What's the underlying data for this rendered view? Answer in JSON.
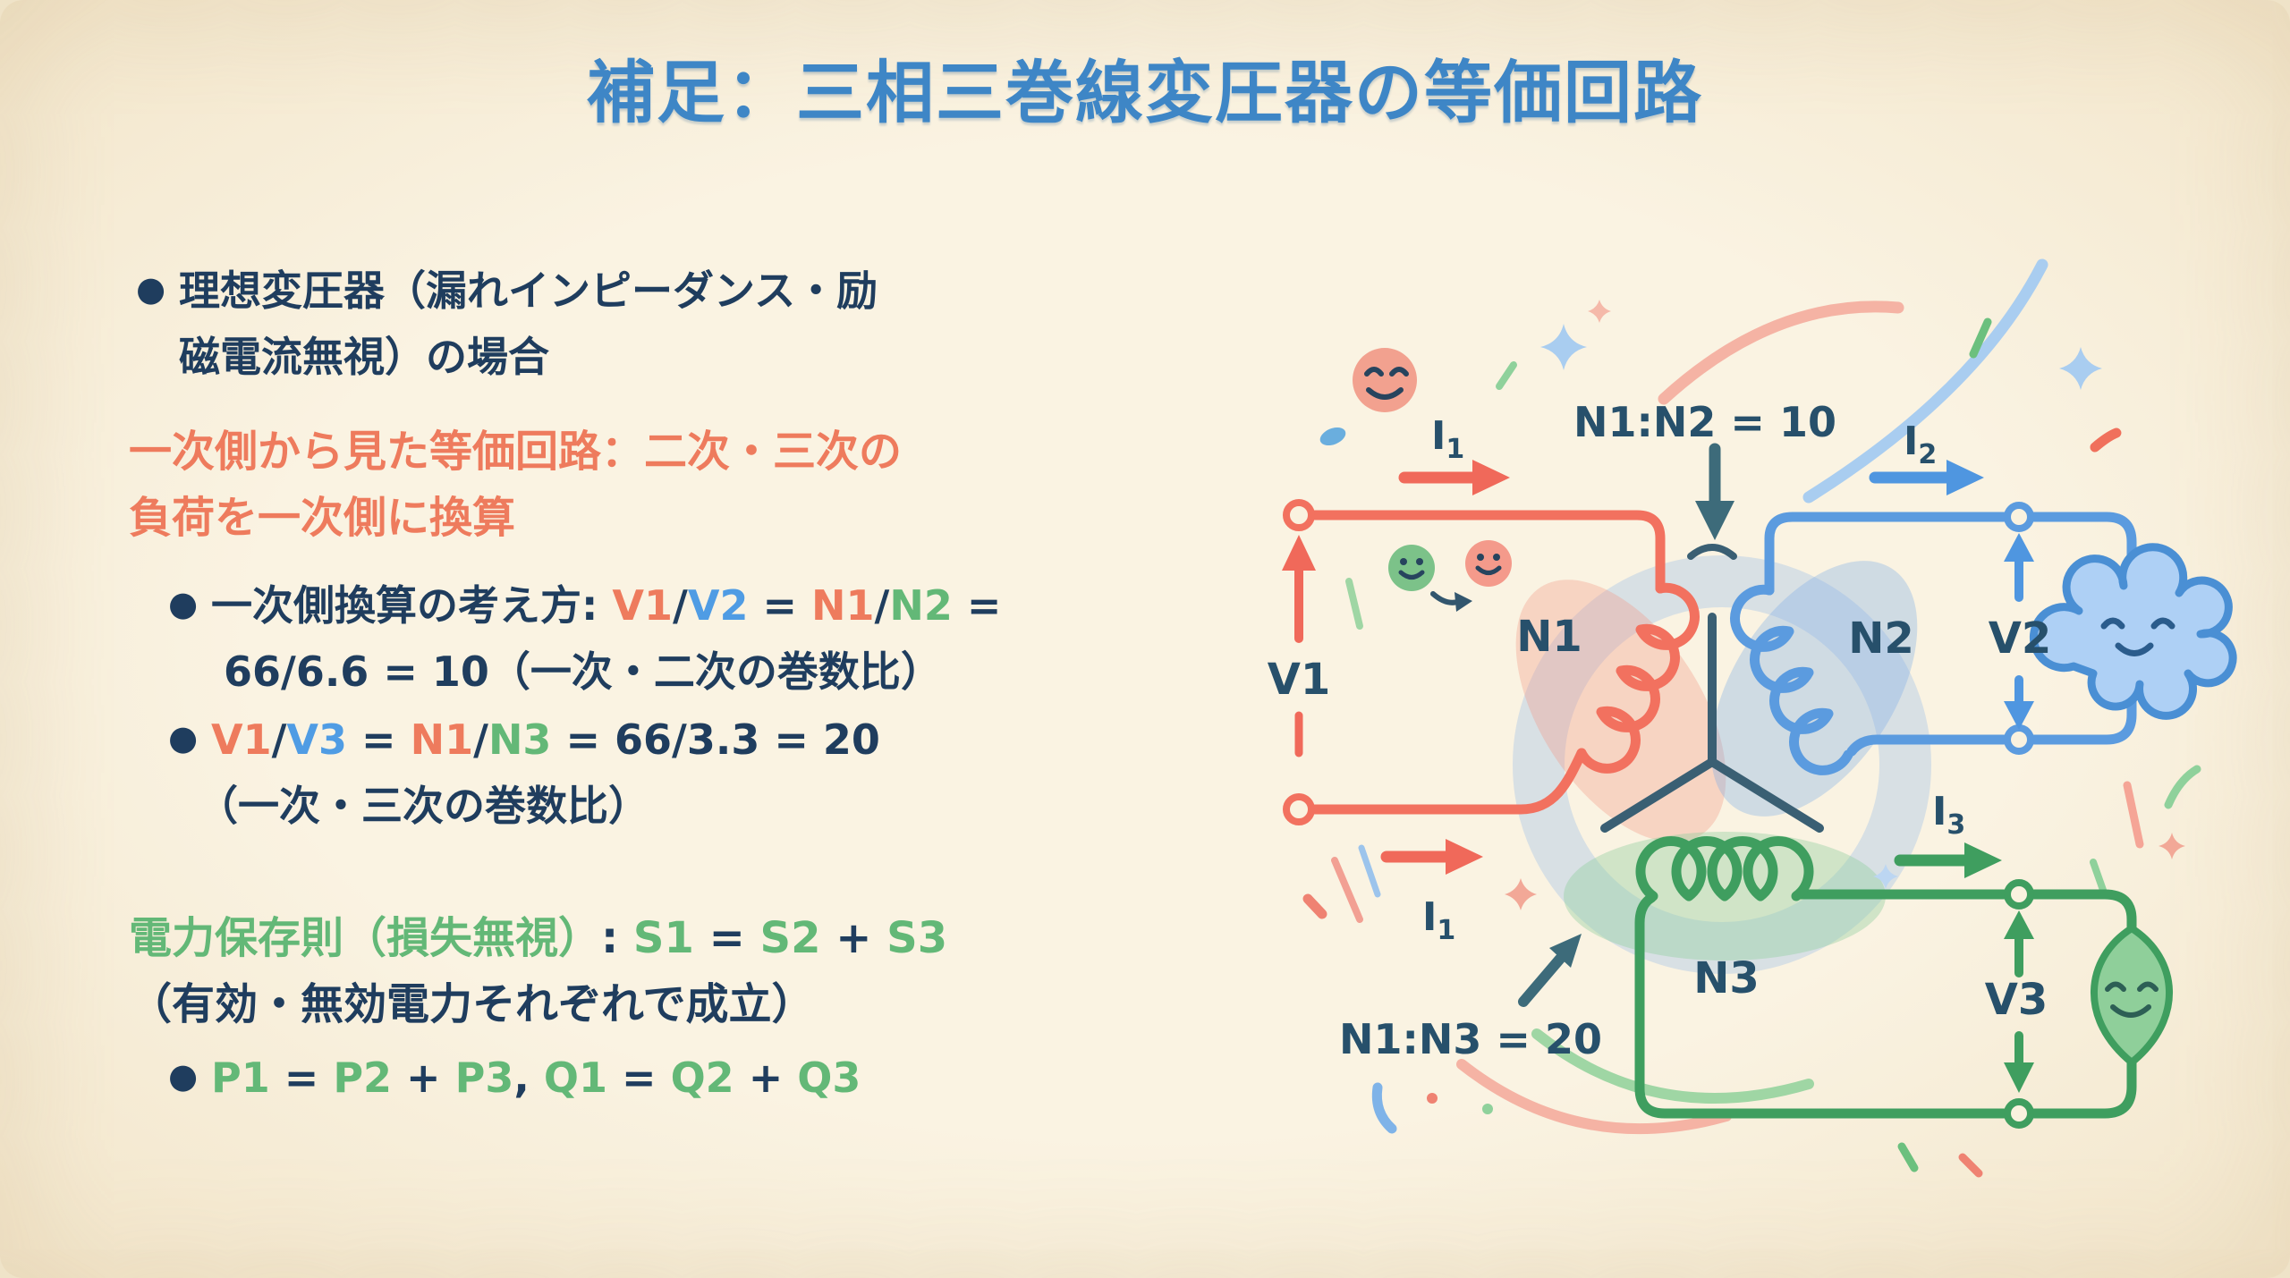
{
  "title": "補足：三相三巻線変圧器の等価回路",
  "colors": {
    "background": "#f9f1de",
    "title_blue": "#3e86c6",
    "body_navy": "#1f3d5e",
    "accent_orange": "#ee7b5d",
    "accent_blue": "#4f9ce4",
    "accent_green": "#63b877",
    "circuit_red": "#f2715f",
    "circuit_blue": "#5b9bdf",
    "circuit_green": "#3f9e5f",
    "core_slate": "#3a5f73"
  },
  "content": {
    "blocks": [
      {
        "lines": [
          {
            "dot": true,
            "spans": [
              [
                "理想変圧器（漏れインピーダンス・励",
                "navy"
              ]
            ]
          },
          {
            "spans": [
              [
                "磁電流無視）の場合",
                "navy"
              ]
            ]
          }
        ]
      },
      {
        "lines": [
          {
            "spans": [
              [
                "一次側から見た等価回路：二次・三次の",
                "orange"
              ]
            ]
          },
          {
            "spans": [
              [
                "負荷を一次側に換算",
                "orange"
              ]
            ]
          }
        ]
      },
      {
        "lines": [
          {
            "dot": true,
            "spans": [
              [
                "一次側換算の考え方: ",
                "navy"
              ],
              [
                "V1",
                "orange"
              ],
              [
                "/",
                "navy"
              ],
              [
                "V2",
                "blue"
              ],
              [
                " = ",
                "navy"
              ],
              [
                "N1",
                "orange"
              ],
              [
                "/",
                "navy"
              ],
              [
                "N2",
                "green"
              ],
              [
                " =",
                "navy"
              ]
            ]
          },
          {
            "spans": [
              [
                "66/6.6 = 10（一次・二次の巻数比）",
                "navy"
              ]
            ]
          }
        ]
      },
      {
        "lines": [
          {
            "dot": true,
            "spans": [
              [
                "V1",
                "orange"
              ],
              [
                "/",
                "navy"
              ],
              [
                "V3",
                "blue"
              ],
              [
                " = ",
                "navy"
              ],
              [
                "N1",
                "orange"
              ],
              [
                "/",
                "navy"
              ],
              [
                "N3",
                "green"
              ],
              [
                " = 66/3.3 = 20",
                "navy"
              ]
            ]
          },
          {
            "spans": [
              [
                "（一次・三次の巻数比）",
                "navy"
              ]
            ]
          }
        ]
      },
      {
        "lines": [
          {
            "spans": [
              [
                "電力保存則（損失無視）",
                "green"
              ],
              [
                ": ",
                "navy"
              ],
              [
                "S1",
                "green"
              ],
              [
                " = ",
                "navy"
              ],
              [
                "S2",
                "green"
              ],
              [
                " + ",
                "navy"
              ],
              [
                "S3",
                "green"
              ]
            ]
          },
          {
            "spans": [
              [
                "（有効・無効電力それぞれで成立）",
                "navy"
              ]
            ]
          }
        ]
      },
      {
        "lines": [
          {
            "dot": true,
            "spans": [
              [
                "P1",
                "green"
              ],
              [
                " = ",
                "navy"
              ],
              [
                "P2",
                "green"
              ],
              [
                " + ",
                "navy"
              ],
              [
                "P3",
                "green"
              ],
              [
                ", ",
                "navy"
              ],
              [
                "Q1",
                "green"
              ],
              [
                " = ",
                "navy"
              ],
              [
                "Q2",
                "green"
              ],
              [
                " + ",
                "navy"
              ],
              [
                "Q3",
                "green"
              ]
            ]
          }
        ]
      }
    ]
  },
  "diagram": {
    "labels": {
      "ratio12": "N1:N2 = 10",
      "ratio13": "N1:N3 = 20",
      "v1": "V1",
      "v2": "V2",
      "v3": "V3",
      "n1": "N1",
      "n2": "N2",
      "n3": "N3",
      "i1": {
        "base": "I",
        "sub": "1"
      },
      "i2": {
        "base": "I",
        "sub": "2"
      },
      "i3": {
        "base": "I",
        "sub": "3"
      }
    },
    "icons": [
      "smiley-pink-icon",
      "smiley-green-icon",
      "smiley-red-icon",
      "cloud-load-icon",
      "leaf-load-icon",
      "sparkle-icon",
      "confetti-icon"
    ]
  }
}
